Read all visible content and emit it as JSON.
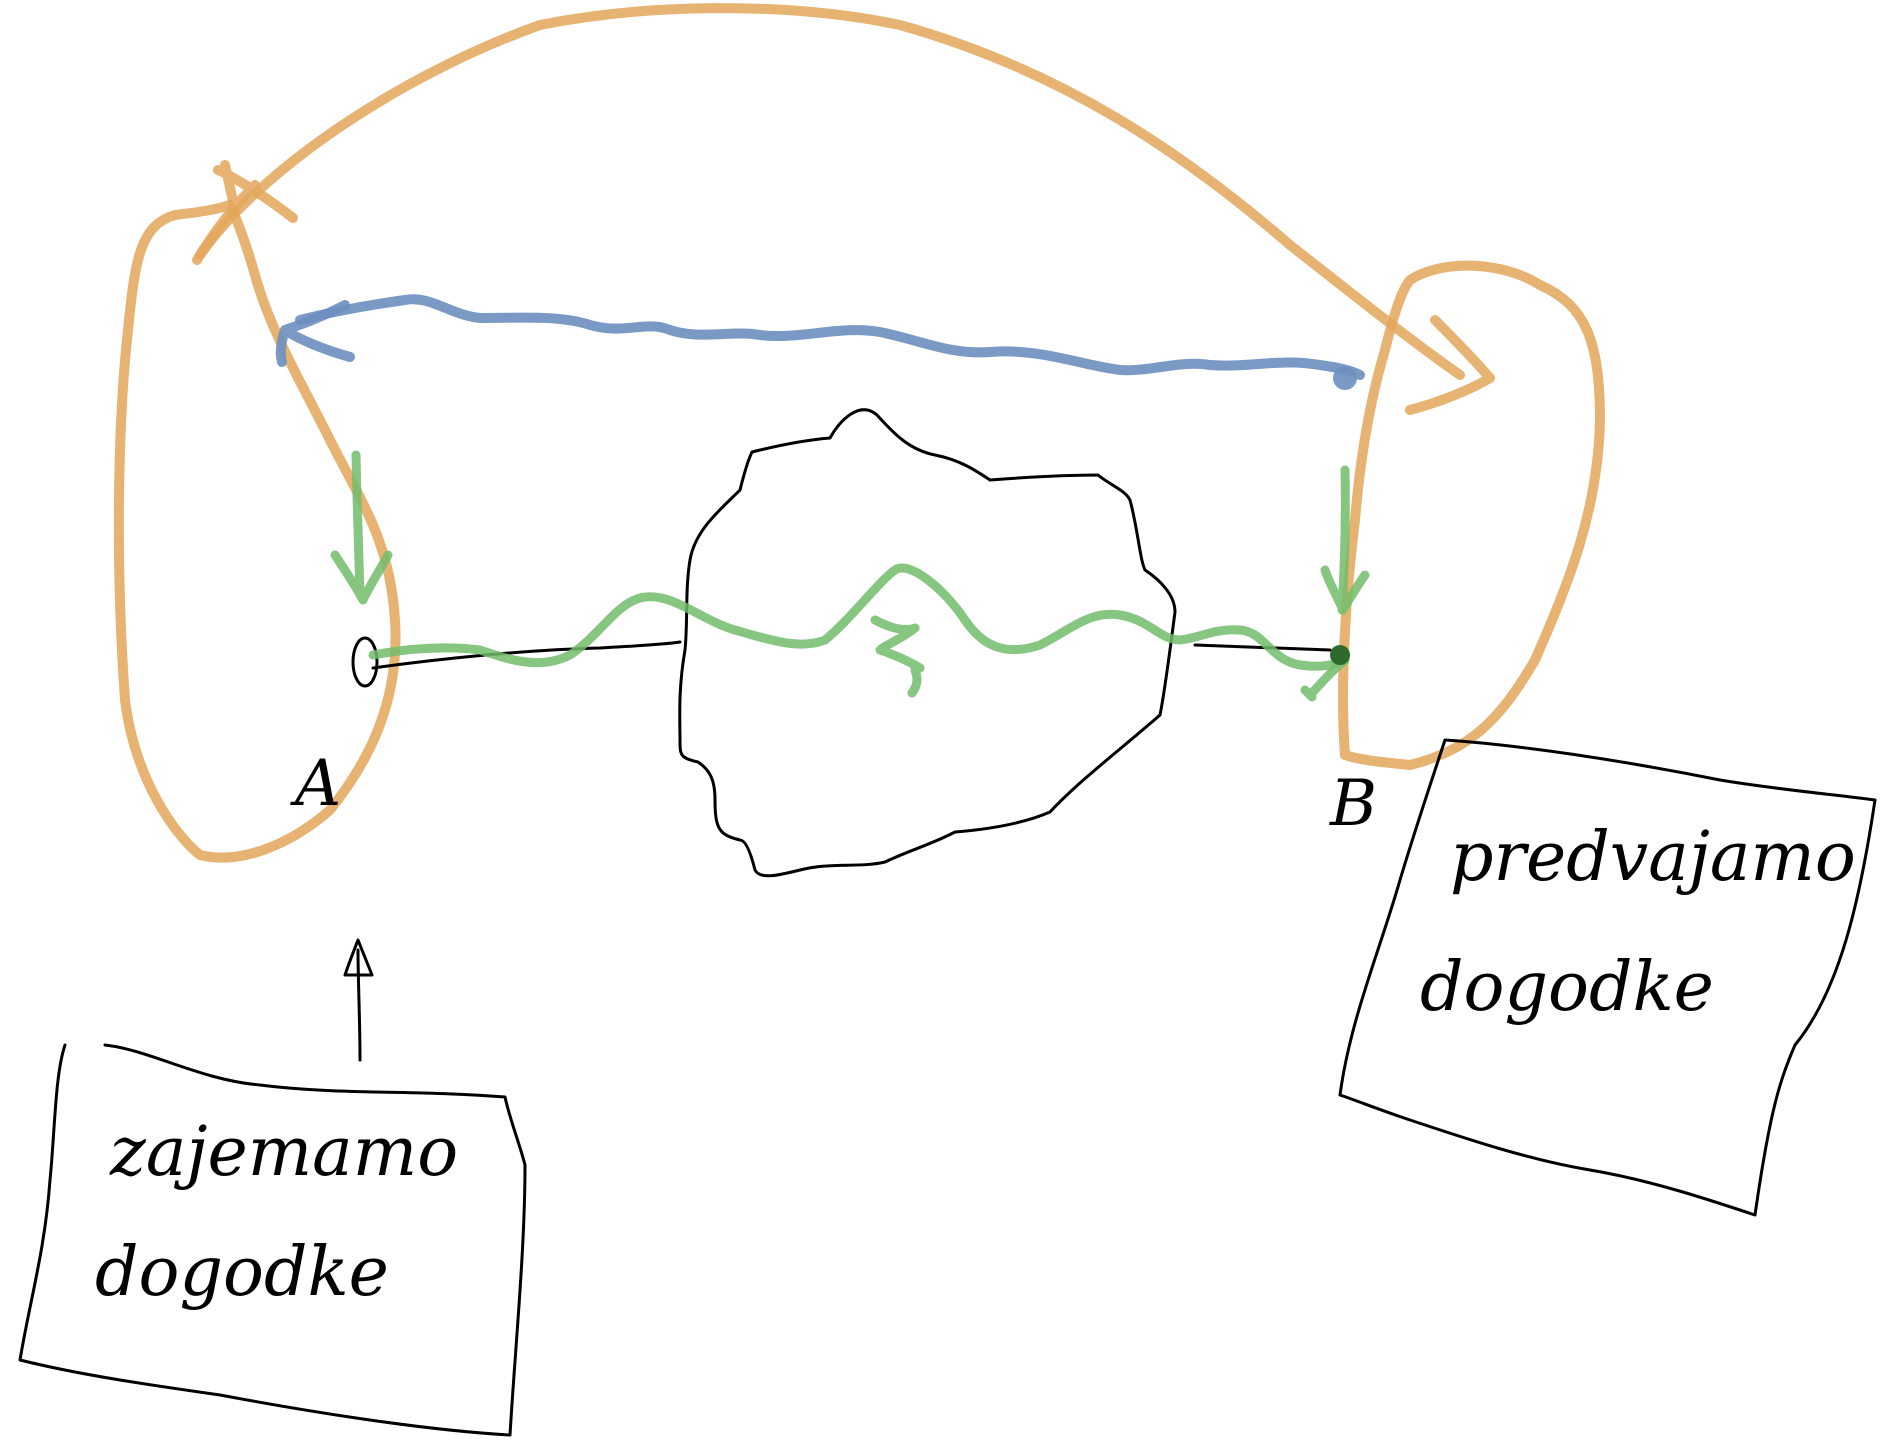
{
  "colors": {
    "orange_loop": "#E3A65A",
    "blue_link": "#6B8FBF",
    "green_signal": "#72BC6B",
    "dark_green_dot": "#2E6B2A",
    "ink": "#000000",
    "background": "#FFFFFF"
  },
  "points": {
    "a_label": "A",
    "b_label": "B"
  },
  "notes": {
    "left": {
      "line1": "zajemamo",
      "line2": "dogodke"
    },
    "right": {
      "line1": "predvajamo",
      "line2": "dogodke"
    }
  },
  "noise_symbol": "≷"
}
